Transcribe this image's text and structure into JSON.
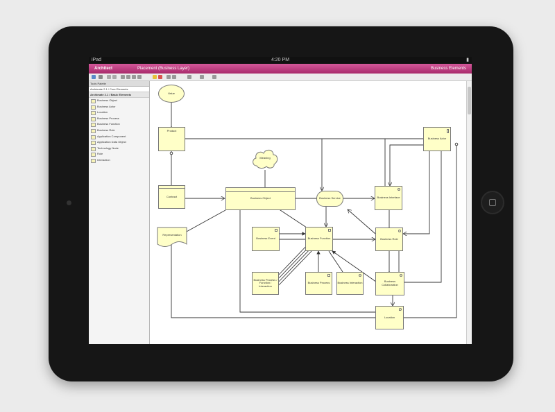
{
  "statusbar": {
    "carrier": "iPad",
    "time": "4:20 PM",
    "battery": ""
  },
  "titlebar": {
    "app_name": "Architect",
    "document_title": "Placement (Business Layer)",
    "view_label": "Business Elements"
  },
  "sidebar": {
    "header": "Tools Palette",
    "dropdown": "Archimate 2.1 / Core Elements",
    "section": "Archimate 2.1 / Basic Elements",
    "items": [
      {
        "label": "Business Object"
      },
      {
        "label": "Business Actor"
      },
      {
        "label": "Location"
      },
      {
        "label": "Business Process"
      },
      {
        "label": "Business Function"
      },
      {
        "label": "Business Role"
      },
      {
        "label": "Application Component"
      },
      {
        "label": "Application Data Object"
      },
      {
        "label": "Technology Node"
      },
      {
        "label": "Role"
      },
      {
        "label": "Interaction"
      }
    ]
  },
  "diagram": {
    "nodes": {
      "value": "Value",
      "product": "Product",
      "contract": "Contract",
      "representation": "Representation",
      "meaning": "Meaning",
      "business_object": "Business Object",
      "business_service": "Business Service",
      "business_interface": "Business Interface",
      "business_event": "Business Event",
      "business_function": "Business Function",
      "business_process_info": "Business Process / Function / Interaction",
      "business_process": "Business Process",
      "business_interaction": "Business Interaction",
      "business_actor": "Business Actor",
      "business_role": "Business Role",
      "business_collaboration": "Business Collaboration",
      "location": "Location"
    }
  }
}
